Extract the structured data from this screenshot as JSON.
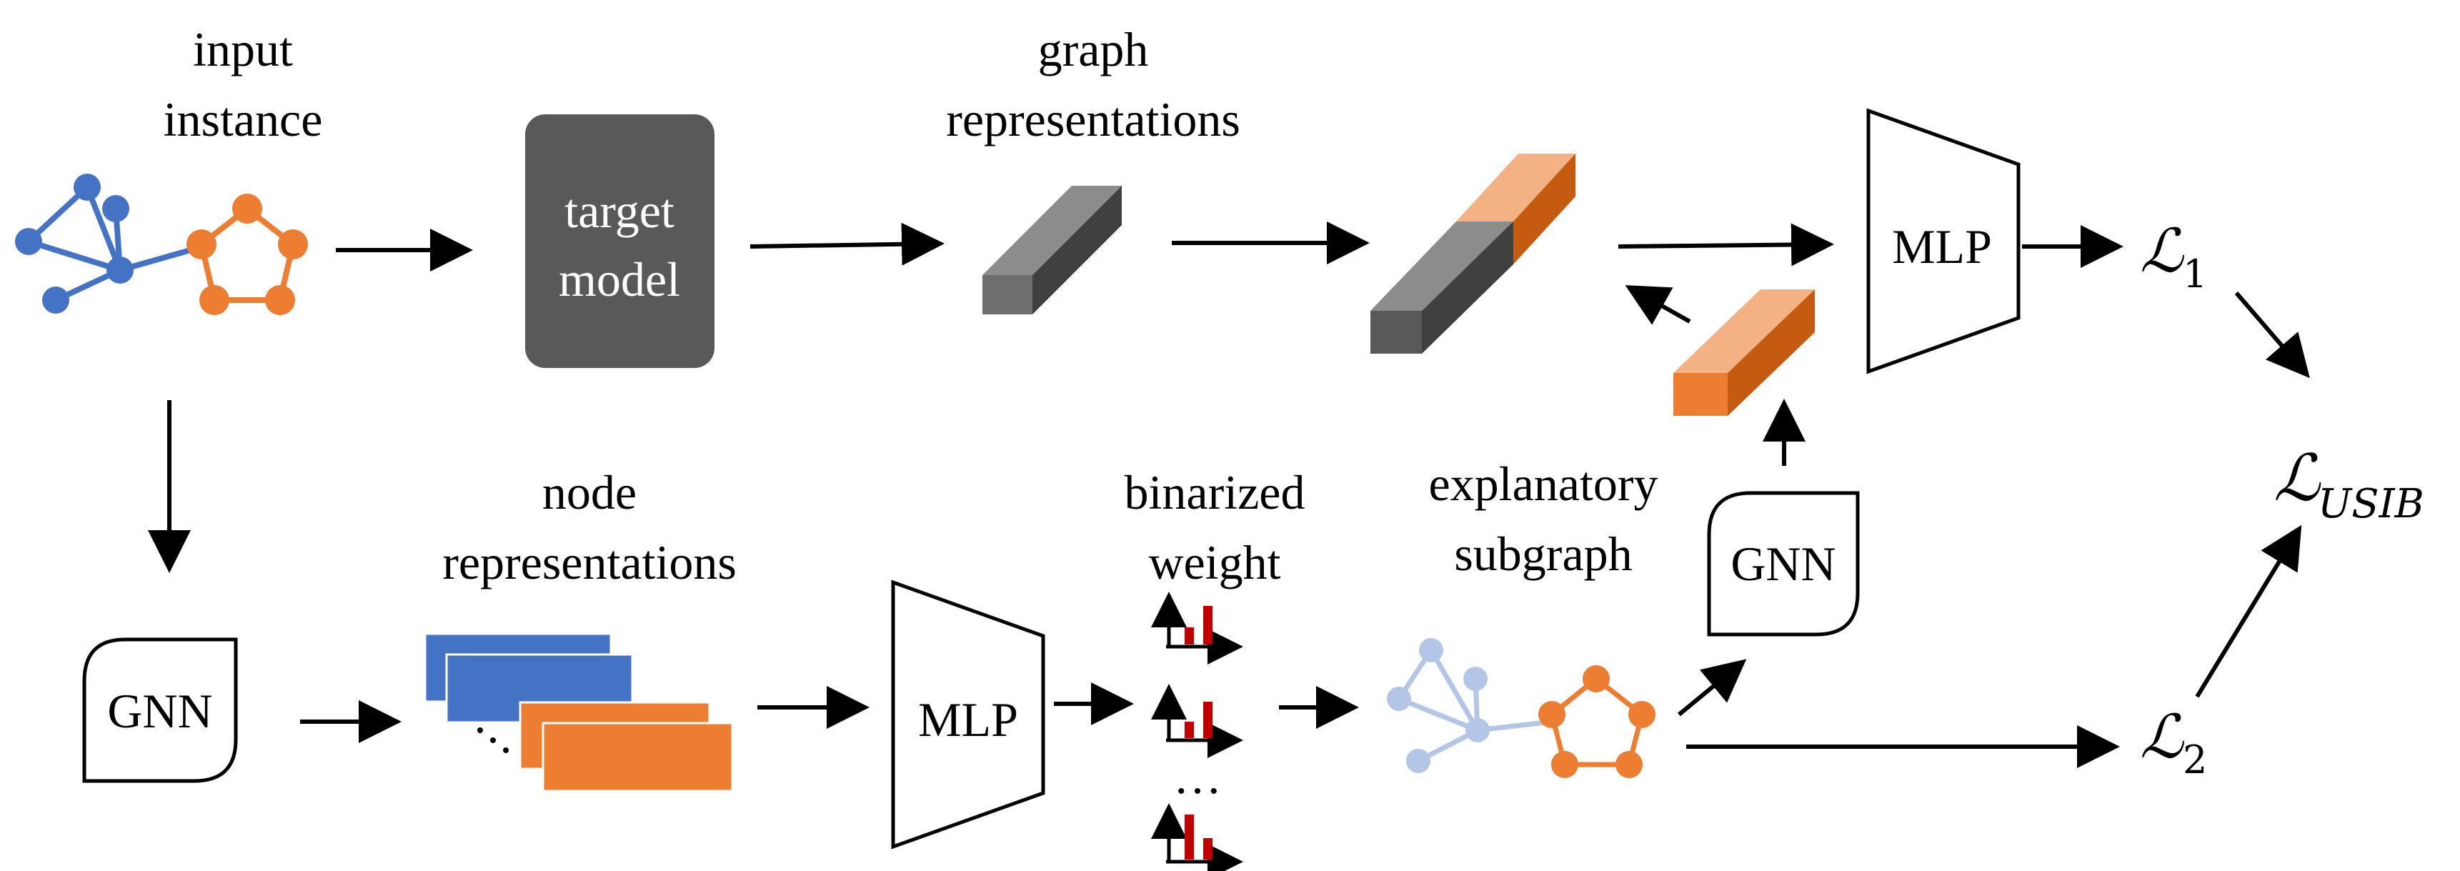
{
  "labels": {
    "input_instance": [
      "input",
      "instance"
    ],
    "target_model": [
      "target",
      "model"
    ],
    "graph_representations": [
      "graph",
      "representations"
    ],
    "node_representations": [
      "node",
      "representations"
    ],
    "binarized_weight": [
      "binarized",
      "weight"
    ],
    "explanatory_subgraph": [
      "explanatory",
      "subgraph"
    ],
    "gnn_left": "GNN",
    "gnn_right": "GNN",
    "mlp_bottom": "MLP",
    "mlp_top": "MLP",
    "ellipsis": "…"
  },
  "losses": {
    "symbol": "ℒ",
    "l1_sub": "1",
    "l2_sub": "2",
    "usib_sub": "USIB"
  },
  "colors": {
    "blue": "#4472c4",
    "orange": "#ed7d31",
    "dark_gray": "#595959",
    "bar_red": "#c00000",
    "faded_blue": "#b4c6e7"
  }
}
